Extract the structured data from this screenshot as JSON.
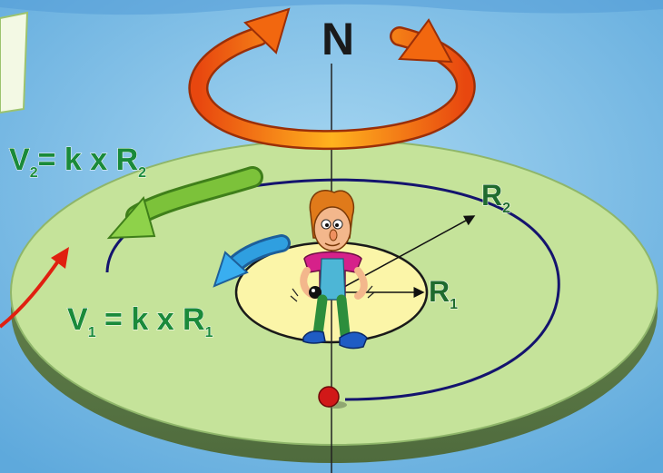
{
  "north_label": "N",
  "formula_outer": {
    "v": "V",
    "v_sub": "2",
    "eq": "= k x R",
    "r_sub": "2"
  },
  "formula_inner": {
    "v": "V",
    "v_sub": "1",
    "eq": " = k x R",
    "r_sub": "1"
  },
  "radius_outer": {
    "r": "R",
    "sub": "2"
  },
  "radius_inner": {
    "r": "R",
    "sub": "1"
  },
  "colors": {
    "background": "#7ec3ea",
    "outer_disc": "#c5e39a",
    "inner_disc": "#fbf5a8",
    "orbit": "#14146e",
    "formula_text": "#1a8a3a",
    "radius_text": "#1f6b2e",
    "big_arrow": "#f07a10",
    "green_arrow": "#7cc23a",
    "blue_arrow": "#2f9fe0",
    "red_ball": "#d11818"
  },
  "icons": [
    "rotation-arrow-icon",
    "velocity-arrow-green-icon",
    "velocity-arrow-blue-icon",
    "person-figure-icon",
    "red-ball-icon"
  ]
}
